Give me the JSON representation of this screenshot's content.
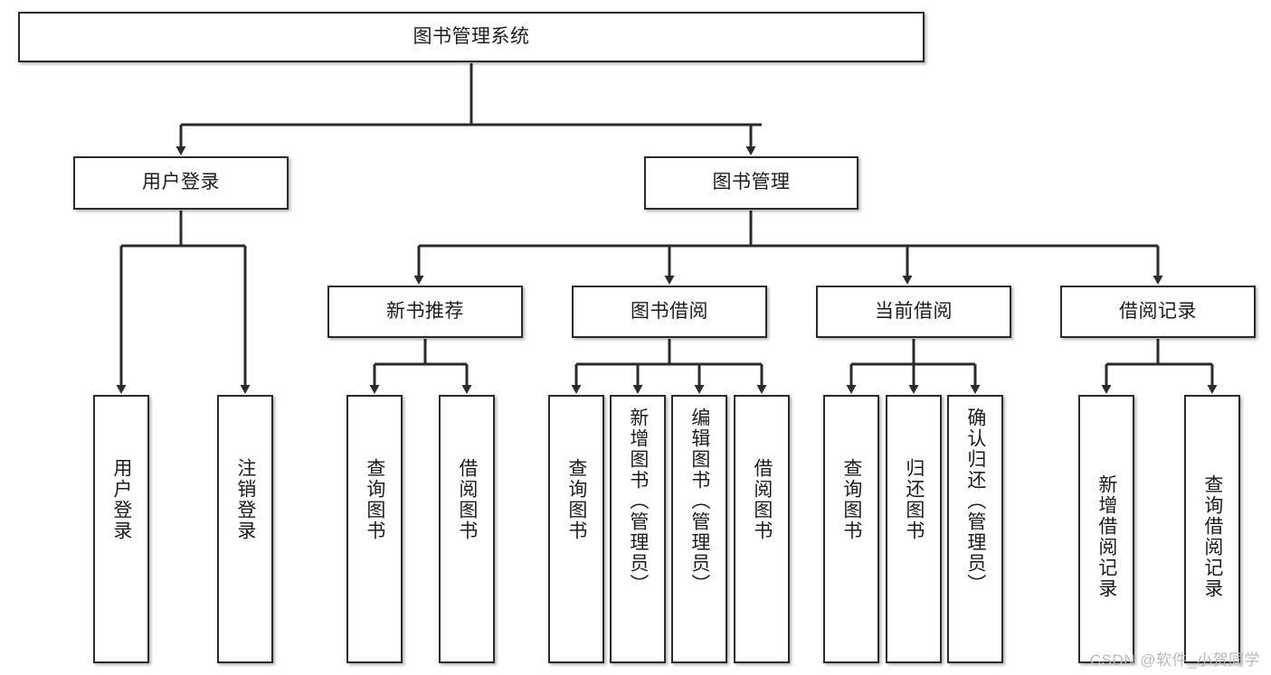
{
  "diagram": {
    "type": "tree-hierarchy",
    "root": {
      "id": "root",
      "label": "图书管理系统"
    },
    "level2": [
      {
        "id": "user-login",
        "label": "用户登录"
      },
      {
        "id": "book-manage",
        "label": "图书管理"
      }
    ],
    "level3": [
      {
        "id": "new-book-recommend",
        "label": "新书推荐",
        "parent": "book-manage"
      },
      {
        "id": "book-borrow",
        "label": "图书借阅",
        "parent": "book-manage"
      },
      {
        "id": "current-borrow",
        "label": "当前借阅",
        "parent": "book-manage"
      },
      {
        "id": "borrow-record",
        "label": "借阅记录",
        "parent": "book-manage"
      }
    ],
    "leaves": [
      {
        "id": "leaf-user-login",
        "label": "用户登录",
        "parent": "user-login"
      },
      {
        "id": "leaf-logout-login",
        "label": "注销登录",
        "parent": "user-login"
      },
      {
        "id": "leaf-query-book-1",
        "label": "查询图书",
        "parent": "new-book-recommend"
      },
      {
        "id": "leaf-borrow-book-1",
        "label": "借阅图书",
        "parent": "new-book-recommend"
      },
      {
        "id": "leaf-query-book-2",
        "label": "查询图书",
        "parent": "book-borrow"
      },
      {
        "id": "leaf-add-book",
        "label": "新增图书（管理员）",
        "parent": "book-borrow"
      },
      {
        "id": "leaf-edit-book",
        "label": "编辑图书（管理员）",
        "parent": "book-borrow"
      },
      {
        "id": "leaf-borrow-book-2",
        "label": "借阅图书",
        "parent": "book-borrow"
      },
      {
        "id": "leaf-query-book-3",
        "label": "查询图书",
        "parent": "current-borrow"
      },
      {
        "id": "leaf-return-book",
        "label": "归还图书",
        "parent": "current-borrow"
      },
      {
        "id": "leaf-confirm-return",
        "label": "确认归还（管理员）",
        "parent": "current-borrow"
      },
      {
        "id": "leaf-add-record",
        "label": "新增借阅记录",
        "parent": "borrow-record"
      },
      {
        "id": "leaf-query-record",
        "label": "查询借阅记录",
        "parent": "borrow-record"
      }
    ],
    "colors": {
      "stroke": "#2b2b2b",
      "fill": "#ffffff",
      "text": "#1c1c1c",
      "watermark": "#b9b9b9"
    }
  },
  "watermark": {
    "text": "CSDN @软件_小贺同学"
  }
}
